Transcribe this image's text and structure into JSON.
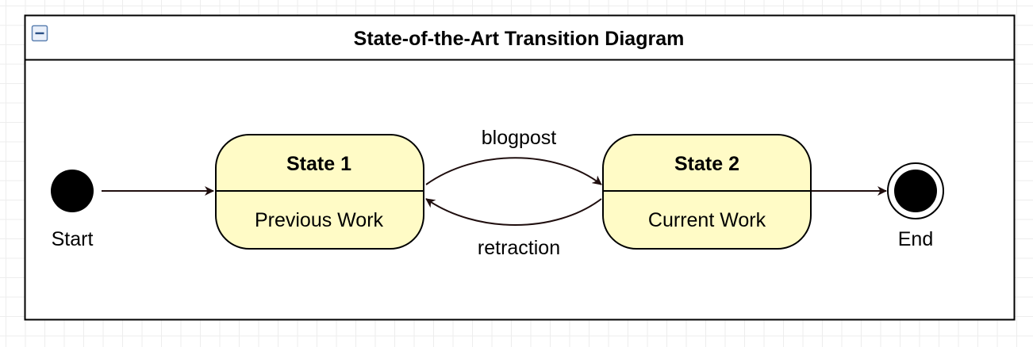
{
  "diagram": {
    "title": "State-of-the-Art Transition Diagram",
    "start_label": "Start",
    "end_label": "End",
    "states": [
      {
        "title": "State 1",
        "description": "Previous Work"
      },
      {
        "title": "State 2",
        "description": "Current Work"
      }
    ],
    "transitions": [
      {
        "from": "Start",
        "to": "State 1",
        "label": ""
      },
      {
        "from": "State 1",
        "to": "State 2",
        "label": "blogpost"
      },
      {
        "from": "State 2",
        "to": "State 1",
        "label": "retraction"
      },
      {
        "from": "State 2",
        "to": "End",
        "label": ""
      }
    ]
  },
  "colors": {
    "state_fill": "#fffbc6",
    "stroke": "#000000",
    "arrow": "#1f0e0e",
    "collapse_icon": "#5e82b2"
  },
  "icons": {
    "collapse": "collapse-minus-icon"
  }
}
